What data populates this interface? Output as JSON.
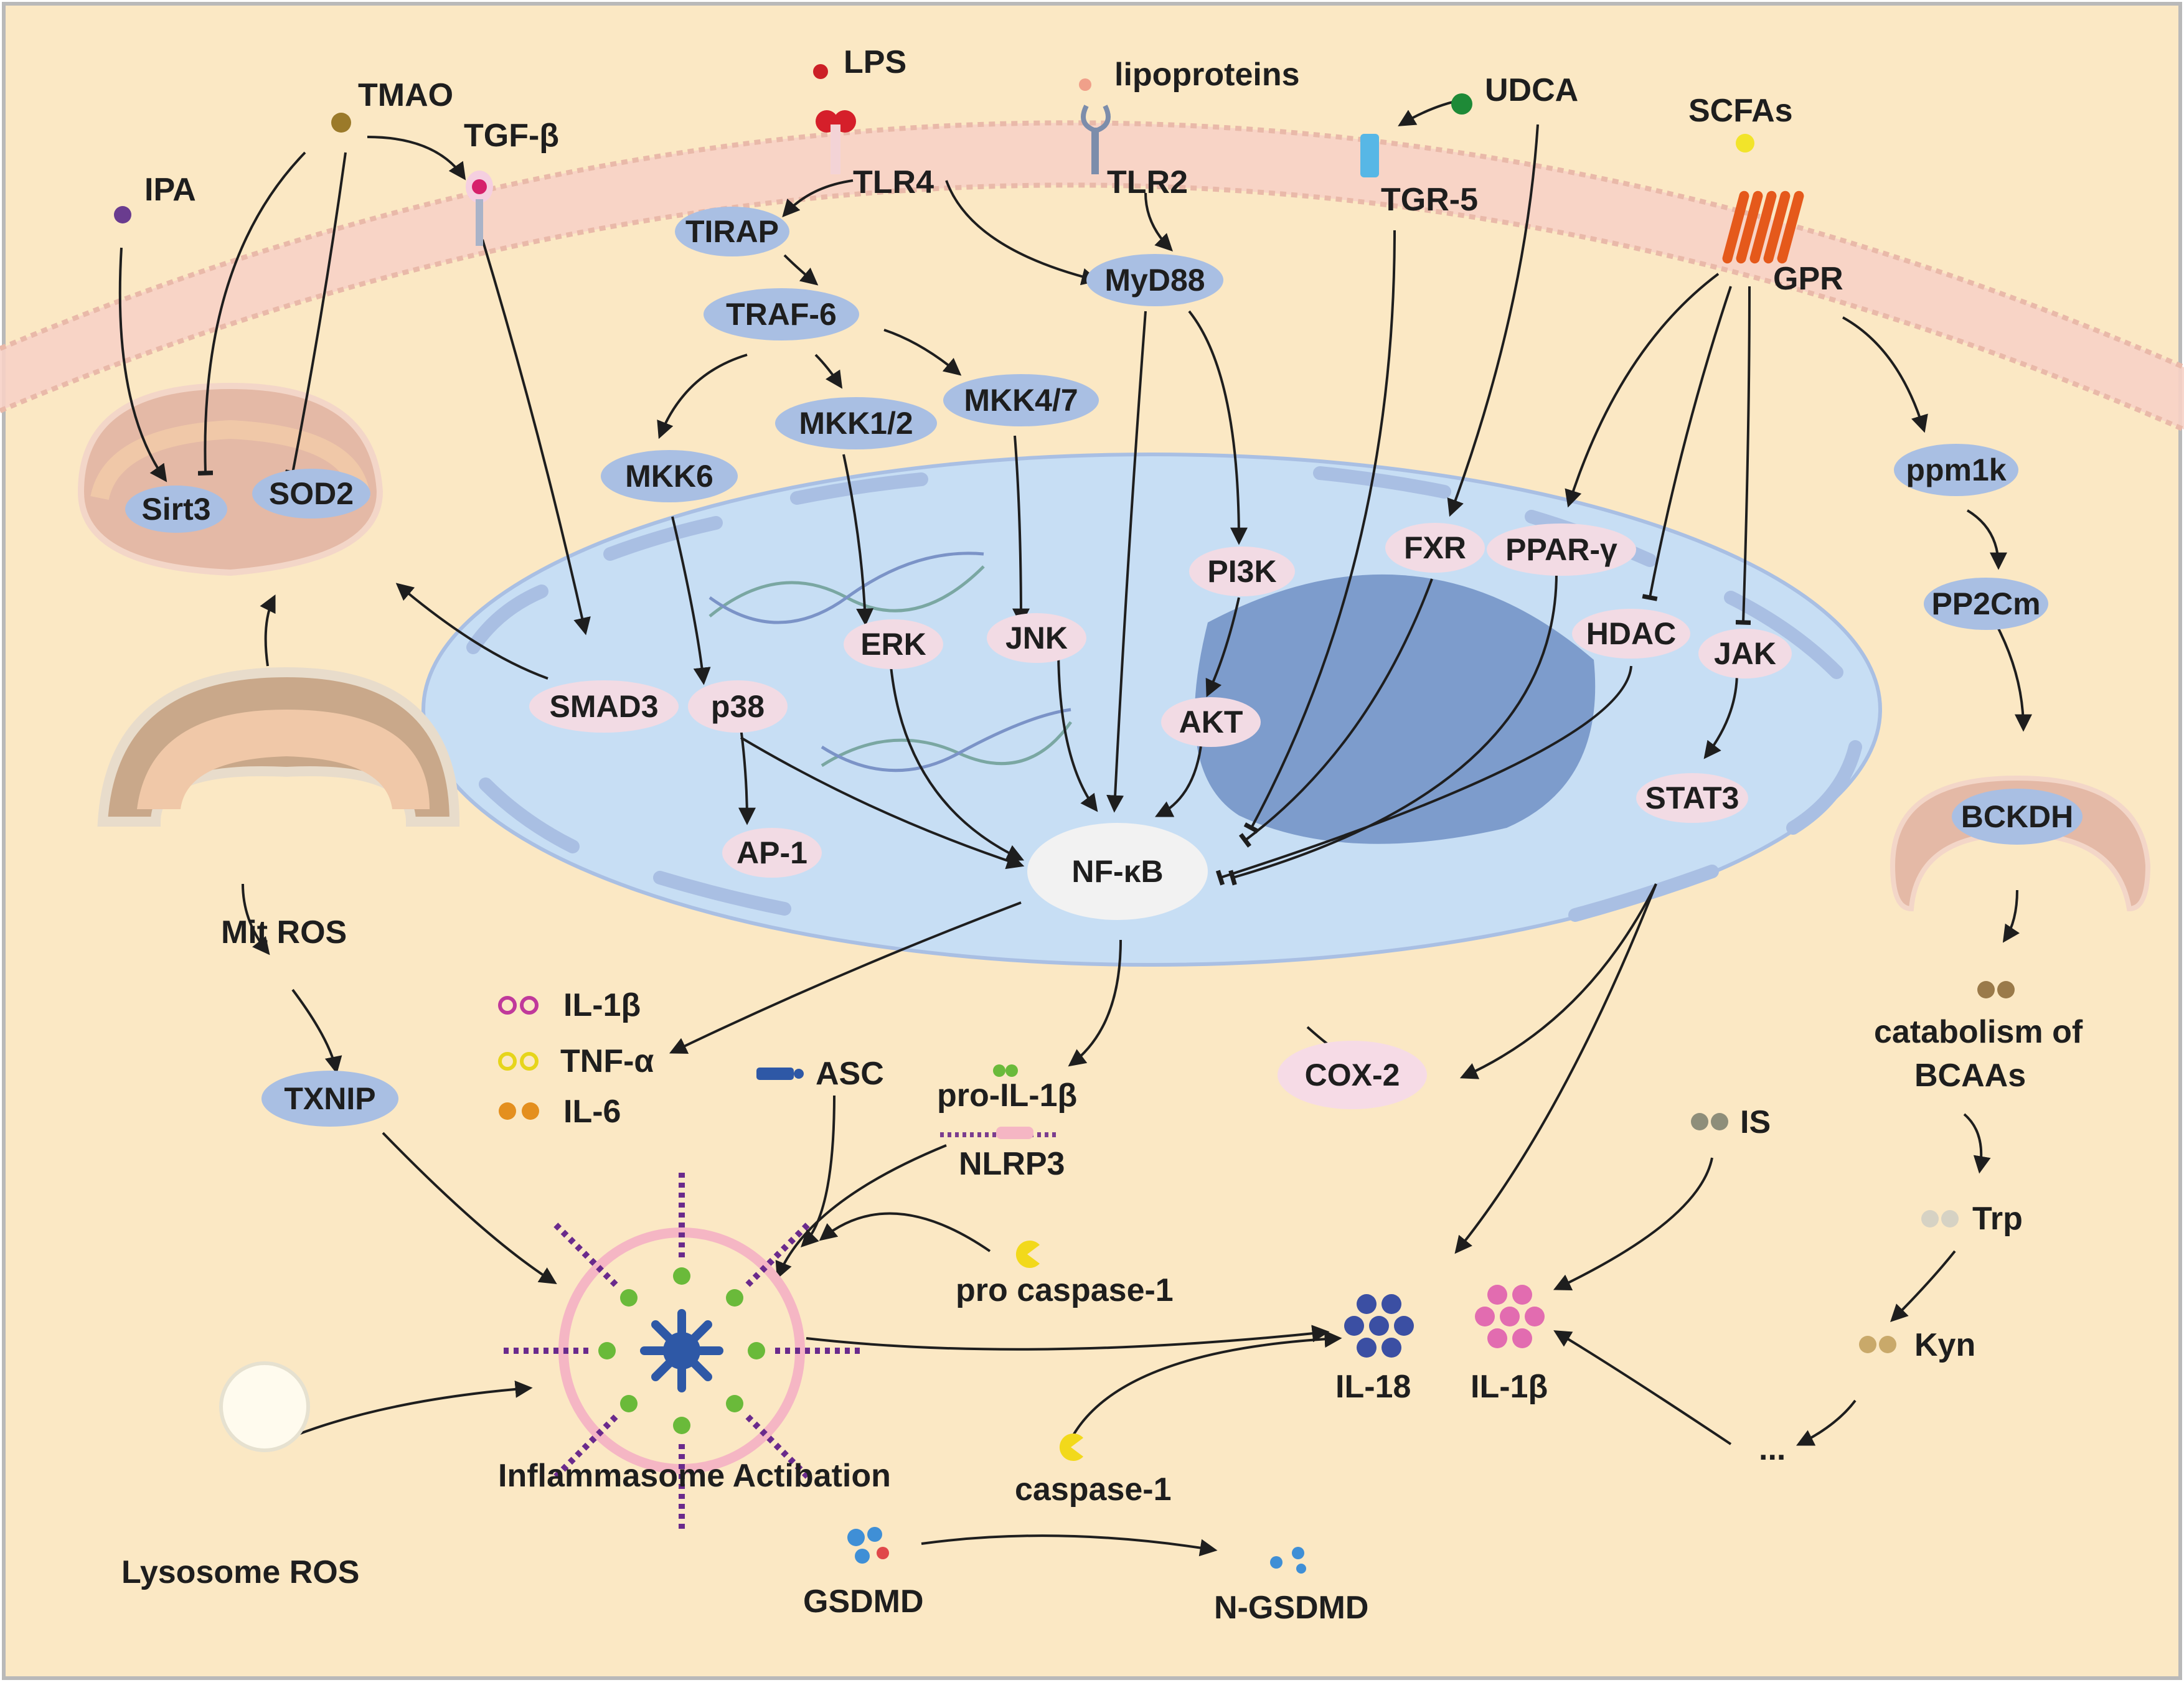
{
  "colors": {
    "background": "#fbe8c4",
    "border": "#b9b9b9",
    "membrane": "#f7d2c6",
    "nucleus_cell": "#c7def4",
    "nucleus_core": "#7d9ccc",
    "node_blue": "#a9bfe3",
    "node_pink": "#f2dbe4",
    "nfkb": "#f2f2f2",
    "cox2": "#f6dbe6",
    "mito_outer": "#e4b9a6",
    "mito_inner": "#f0c8a8"
  },
  "ligands": {
    "tmao": "TMAO",
    "tgfb": "TGF-β",
    "ipa": "IPA",
    "lps": "LPS",
    "lipoproteins": "lipoproteins",
    "udca": "UDCA",
    "scfas": "SCFAs"
  },
  "receptors": {
    "tlr4": "TLR4",
    "tlr2": "TLR2",
    "tgr5": "TGR-5",
    "gpr": "GPR"
  },
  "nodes": {
    "tirap": "TIRAP",
    "traf6": "TRAF-6",
    "myd88": "MyD88",
    "mkk12": "MKK1/2",
    "mkk47": "MKK4/7",
    "mkk6": "MKK6",
    "sirt3": "Sirt3",
    "sod2": "SOD2",
    "smad3": "SMAD3",
    "p38": "p38",
    "erk": "ERK",
    "jnk": "JNK",
    "pi3k": "PI3K",
    "akt": "AKT",
    "fxr": "FXR",
    "pparg": "PPAR-γ",
    "hdac": "HDAC",
    "jak": "JAK",
    "stat3": "STAT3",
    "ap1": "AP-1",
    "nfkb": "NF-κB",
    "ppm1k": "ppm1k",
    "pp2cm": "PP2Cm",
    "bckdh": "BCKDH",
    "txnip": "TXNIP",
    "cox2": "COX-2"
  },
  "labels": {
    "mit_ros": "Mit ROS",
    "il1b_top": "IL-1β",
    "tnfa": "TNF-α",
    "il6": "IL-6",
    "asc": "ASC",
    "pro_il1b": "pro-IL-1β",
    "nlrp3": "NLRP3",
    "pro_caspase1": "pro caspase-1",
    "inflammasome": "Inflammasome Actibation",
    "caspase1": "caspase-1",
    "lysosome_ros": "Lysosome ROS",
    "gsdmd": "GSDMD",
    "n_gsdmd": "N-GSDMD",
    "il18": "IL-18",
    "il1b_bottom": "IL-1β",
    "is": "IS",
    "catabolism_line1": "catabolism of",
    "catabolism_line2": "BCAAs",
    "trp": "Trp",
    "kyn": "Kyn",
    "ellipsis": "..."
  }
}
